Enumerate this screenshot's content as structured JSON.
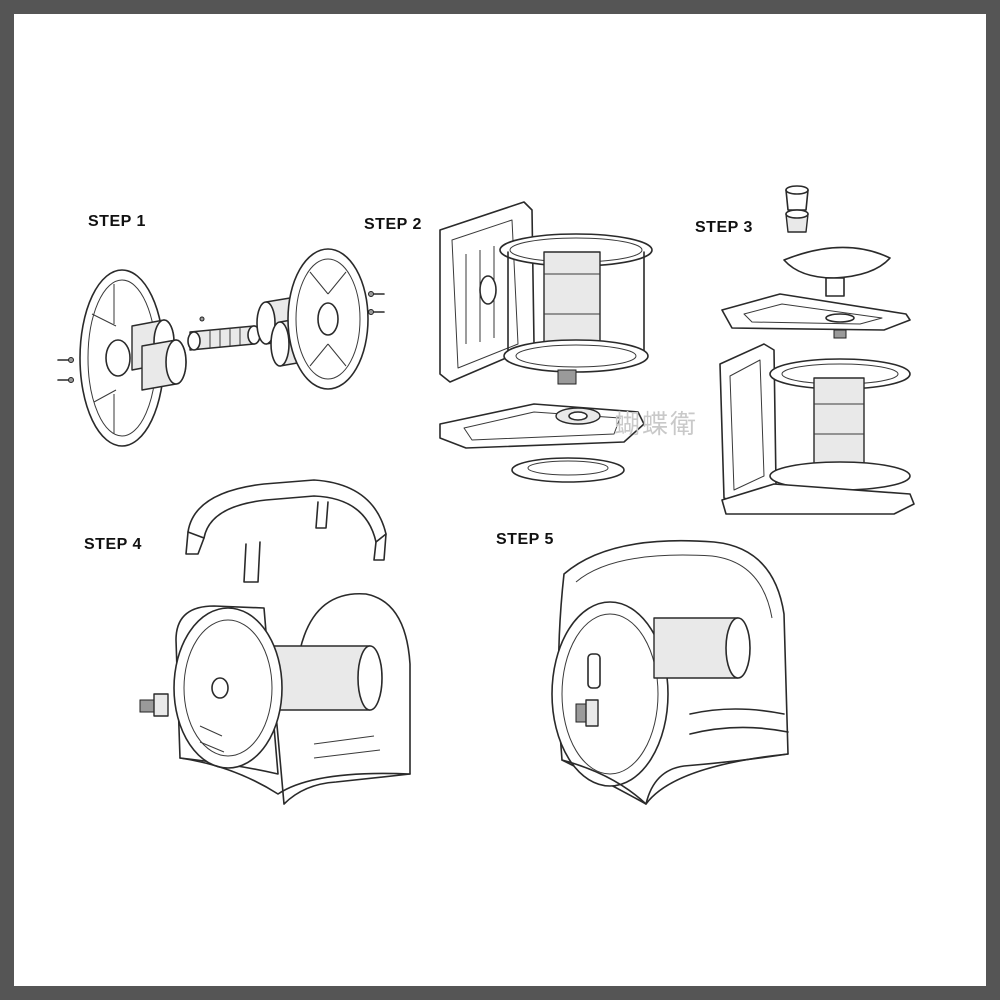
{
  "steps": [
    {
      "label": "STEP 1"
    },
    {
      "label": "STEP 2"
    },
    {
      "label": "STEP 3"
    },
    {
      "label": "STEP 4"
    },
    {
      "label": "STEP 5"
    }
  ],
  "watermark": "蝴蝶衛",
  "colors": {
    "border": "#555555",
    "background": "#ffffff",
    "line": "#2a2a2a"
  }
}
